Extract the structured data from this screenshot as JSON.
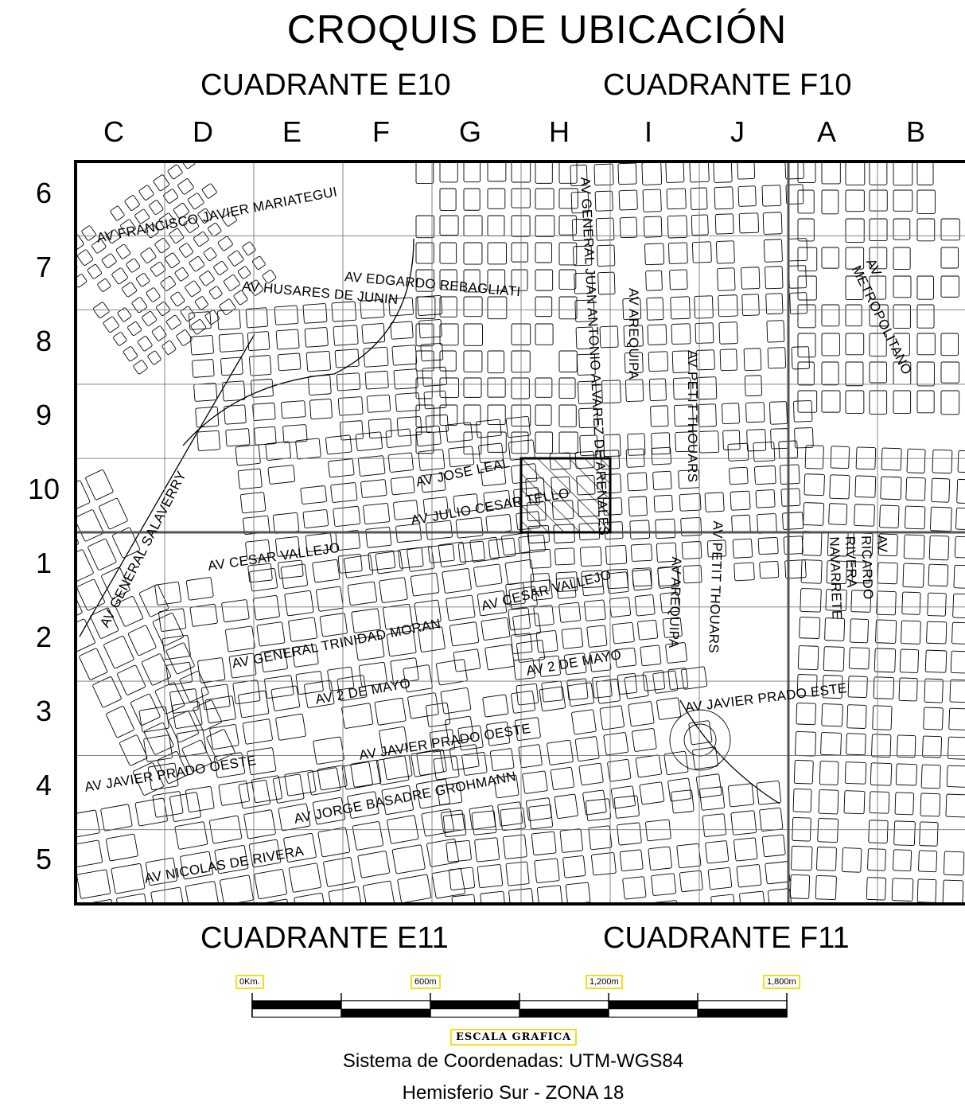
{
  "title": "CROQUIS DE UBICACIÓN",
  "quadrants": {
    "top_left": "CUADRANTE E10",
    "top_right": "CUADRANTE F10",
    "bottom_left": "CUADRANTE E11",
    "bottom_right": "CUADRANTE F11"
  },
  "column_labels": [
    "C",
    "D",
    "E",
    "F",
    "G",
    "H",
    "I",
    "J",
    "A",
    "B"
  ],
  "row_labels": [
    "6",
    "7",
    "8",
    "9",
    "10",
    "1",
    "2",
    "3",
    "4",
    "5"
  ],
  "streets": [
    "AV FRANCISCO JAVIER MARIATEGUI",
    "AV EDGARDO REBAGLIATI",
    "AV HUSARES DE JUNIN",
    "AV GENERAL JUAN ANTONIO ALVAREZ DE ARENALES",
    "AV AREQUIPA",
    "AV PETIT THOUARS",
    "AV METROPOLITANO",
    "AV GENERAL SALAVERRY",
    "AV JOSE LEAL",
    "AV JULIO CESAR TELLO",
    "AV CESAR VALLEJO",
    "AV CESAR VALLEJO",
    "AV AREQUIPA",
    "AV PETIT THOUARS",
    "AV RICARDO RIVERA NAVARRETE",
    "AV GENERAL TRINIDAD MORAN",
    "AV 2 DE MAYO",
    "AV 2 DE MAYO",
    "AV JAVIER PRADO ESTE",
    "AV JAVIER PRADO OESTE",
    "AV JAVIER PRADO OESTE",
    "AV JORGE BASADRE GROHMANN",
    "AV NICOLAS DE RIVERA"
  ],
  "highlight": {
    "column": "H",
    "row": "10"
  },
  "scale": {
    "ticks": [
      "0Km.",
      "600m",
      "1,200m",
      "1,800m"
    ],
    "label": "ESCALA GRAFICA"
  },
  "footer": {
    "line1": "Sistema de Coordenadas: UTM-WGS84",
    "line2": "Hemisferio Sur - ZONA 18"
  }
}
